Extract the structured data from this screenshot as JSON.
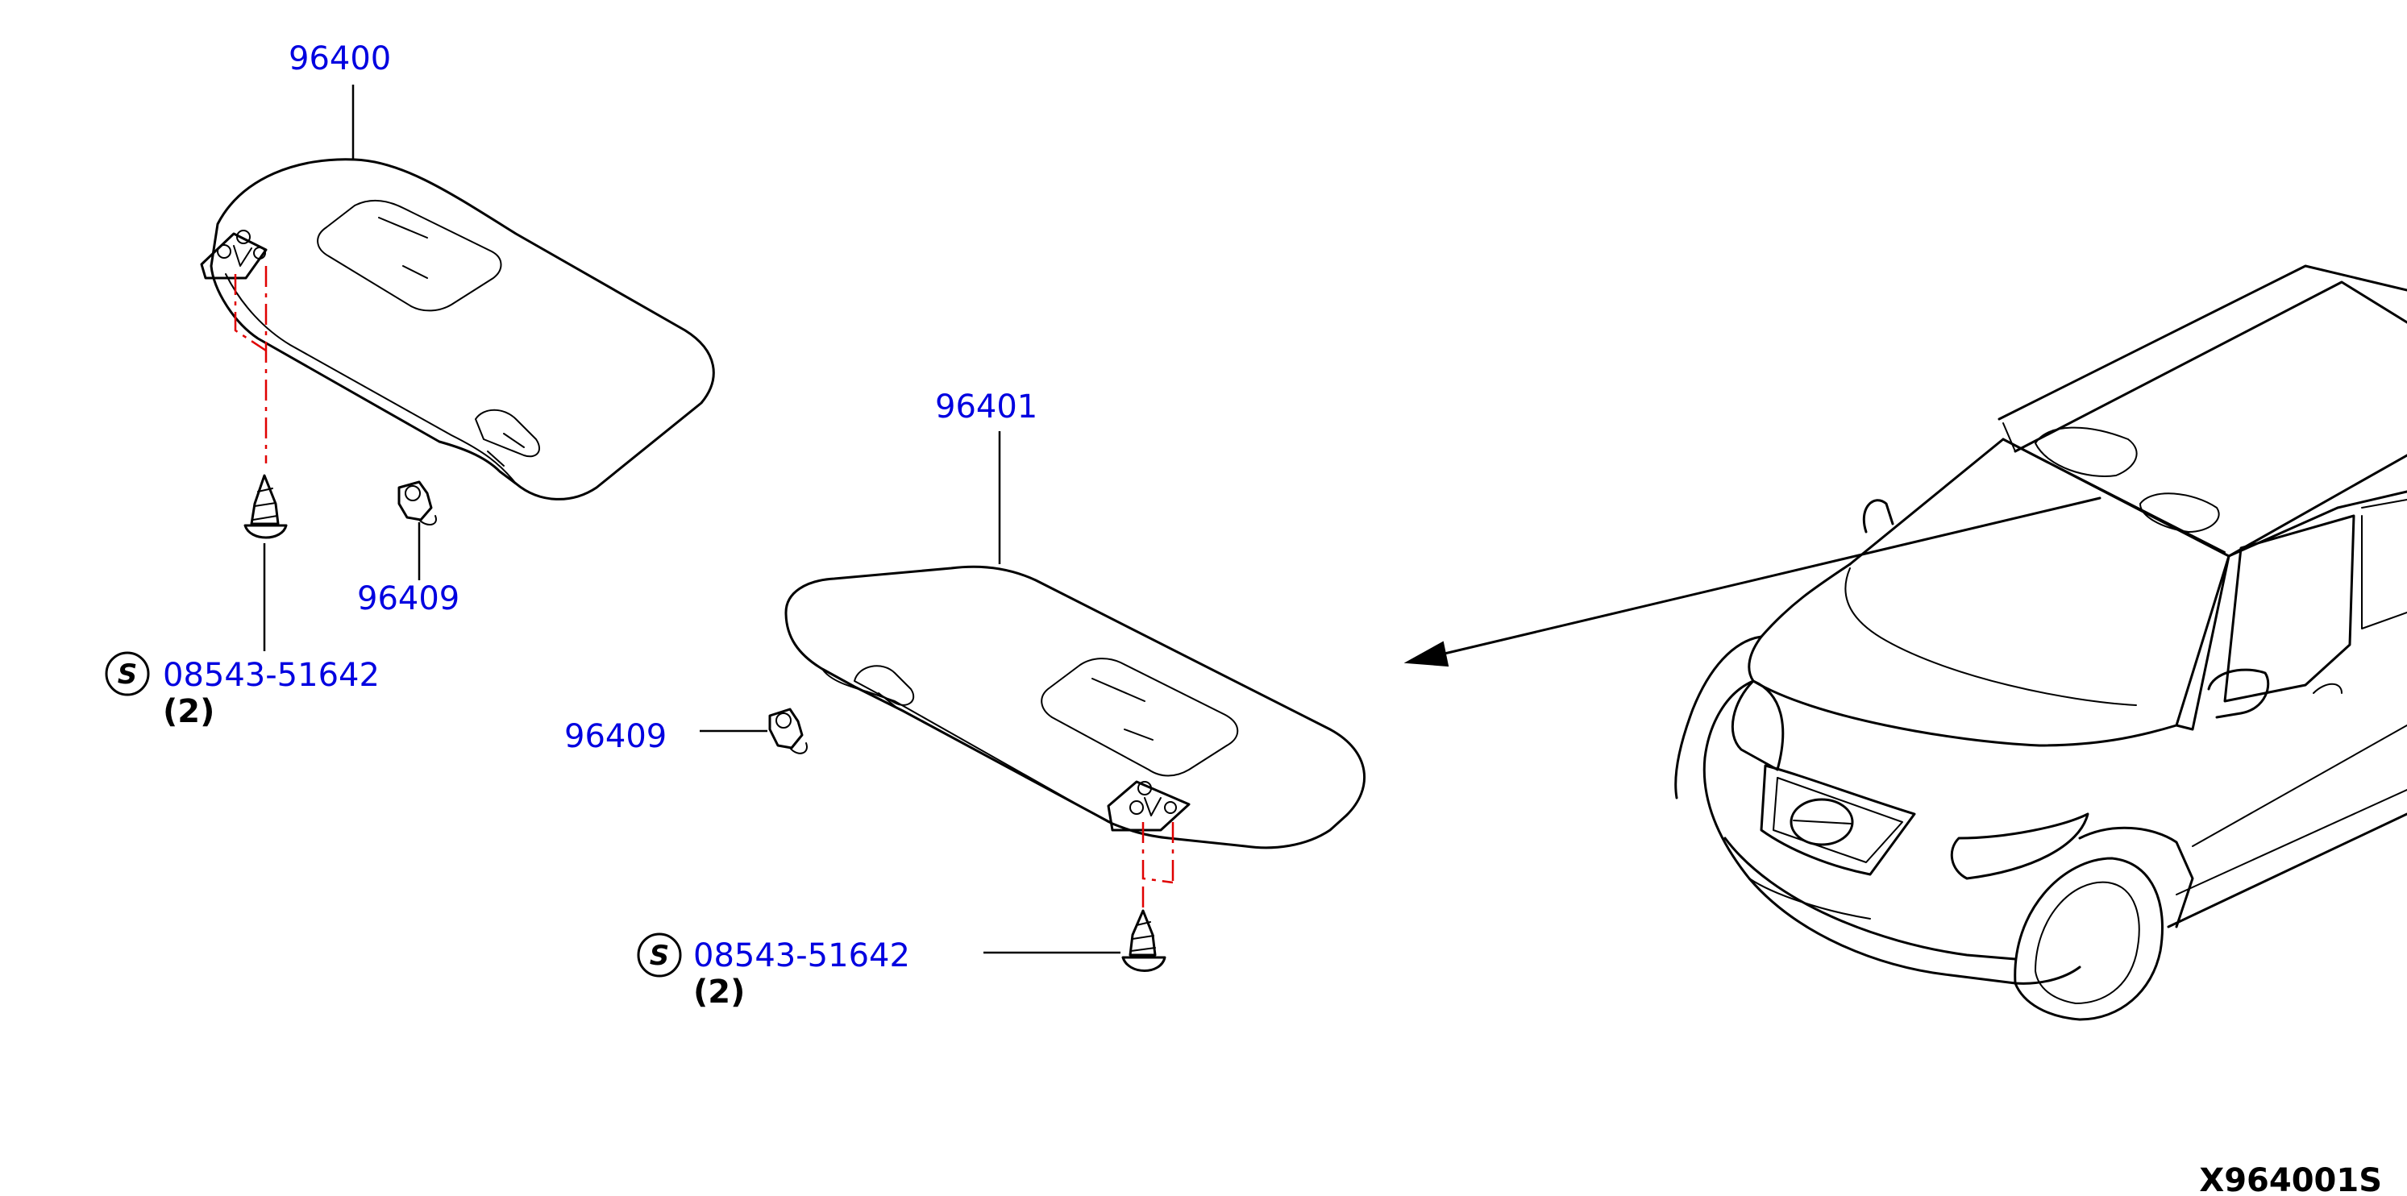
{
  "colors": {
    "label": "#0000e0",
    "ink": "#000000",
    "centerline": "#e00000"
  },
  "labels": {
    "visor_left": "96400",
    "visor_right": "96401",
    "holder_upper": "96409",
    "holder_lower": "96409",
    "screw_upper": "08543-51642",
    "screw_lower": "08543-51642",
    "screw_upper_qty": "(2)",
    "screw_lower_qty": "(2)",
    "std_mark": "S"
  },
  "diagram_code": "X964001S"
}
